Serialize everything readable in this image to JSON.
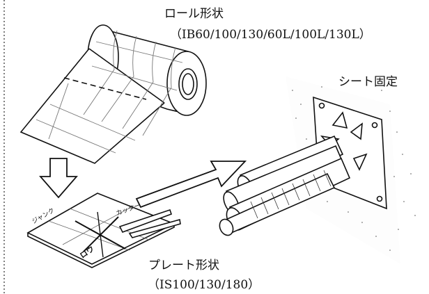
{
  "labels": {
    "roll_title": "ロール形状",
    "roll_models": "（IB60/100/130/60L/100L/130L）",
    "sheet_fix": "シート固定",
    "plate_title": "プレート形状",
    "plate_models": "（IS100/130/180）"
  },
  "plate_marks": {
    "left": "ジャンク",
    "bottom": "ロウ",
    "right": "カッター"
  },
  "colors": {
    "ink": "#111111",
    "paper": "#ffffff",
    "roll_line": "#777777"
  }
}
